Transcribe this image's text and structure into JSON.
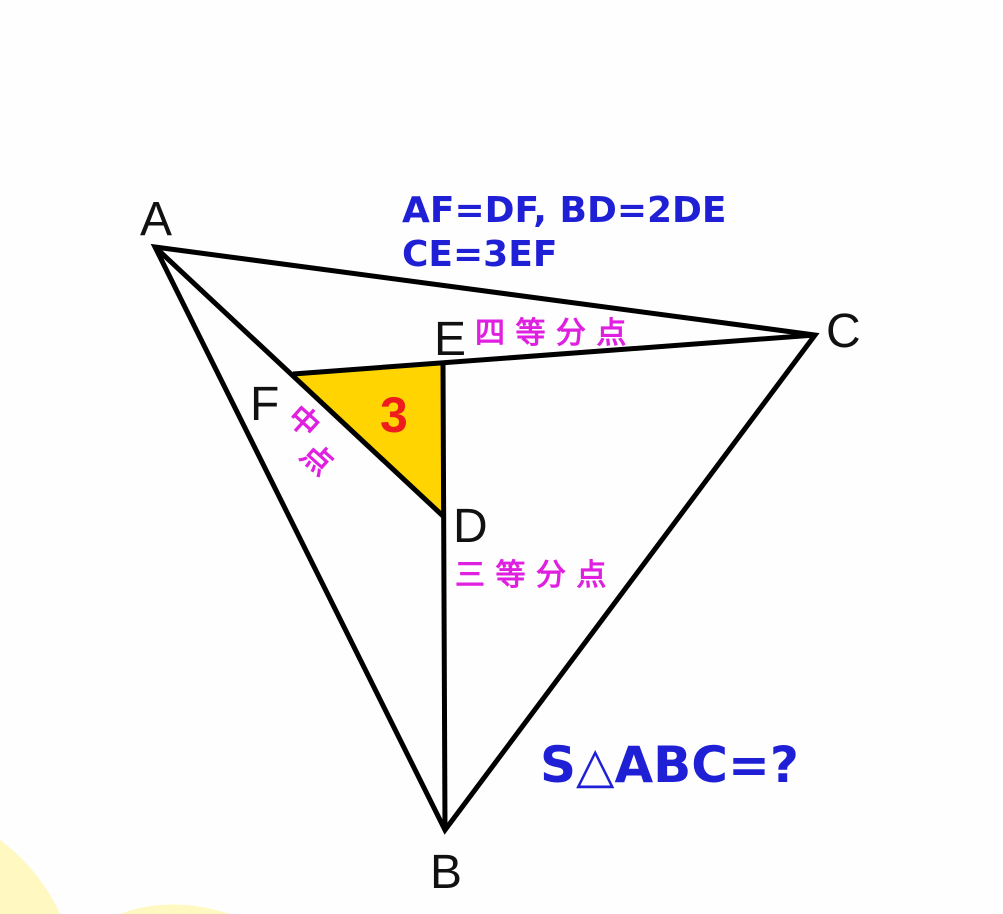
{
  "points": {
    "a": "A",
    "b": "B",
    "c": "C",
    "d": "D",
    "e": "E",
    "f": "F"
  },
  "conditions": {
    "line1": "AF=DF, BD=2DE",
    "line2": "CE=3EF"
  },
  "notes": {
    "e_quarter_point": "四 等 分 点",
    "f_midpoint_1": "中",
    "f_midpoint_2": "点",
    "d_trisection_point": "三 等 分 点"
  },
  "shaded_area": "3",
  "question": "S△ABC=?",
  "colors": {
    "fill": "#ffd400",
    "lines": "#000000",
    "blue_text": "#1f1fd6",
    "magenta_text": "#e020e0",
    "red_text": "#ee1c1c"
  }
}
